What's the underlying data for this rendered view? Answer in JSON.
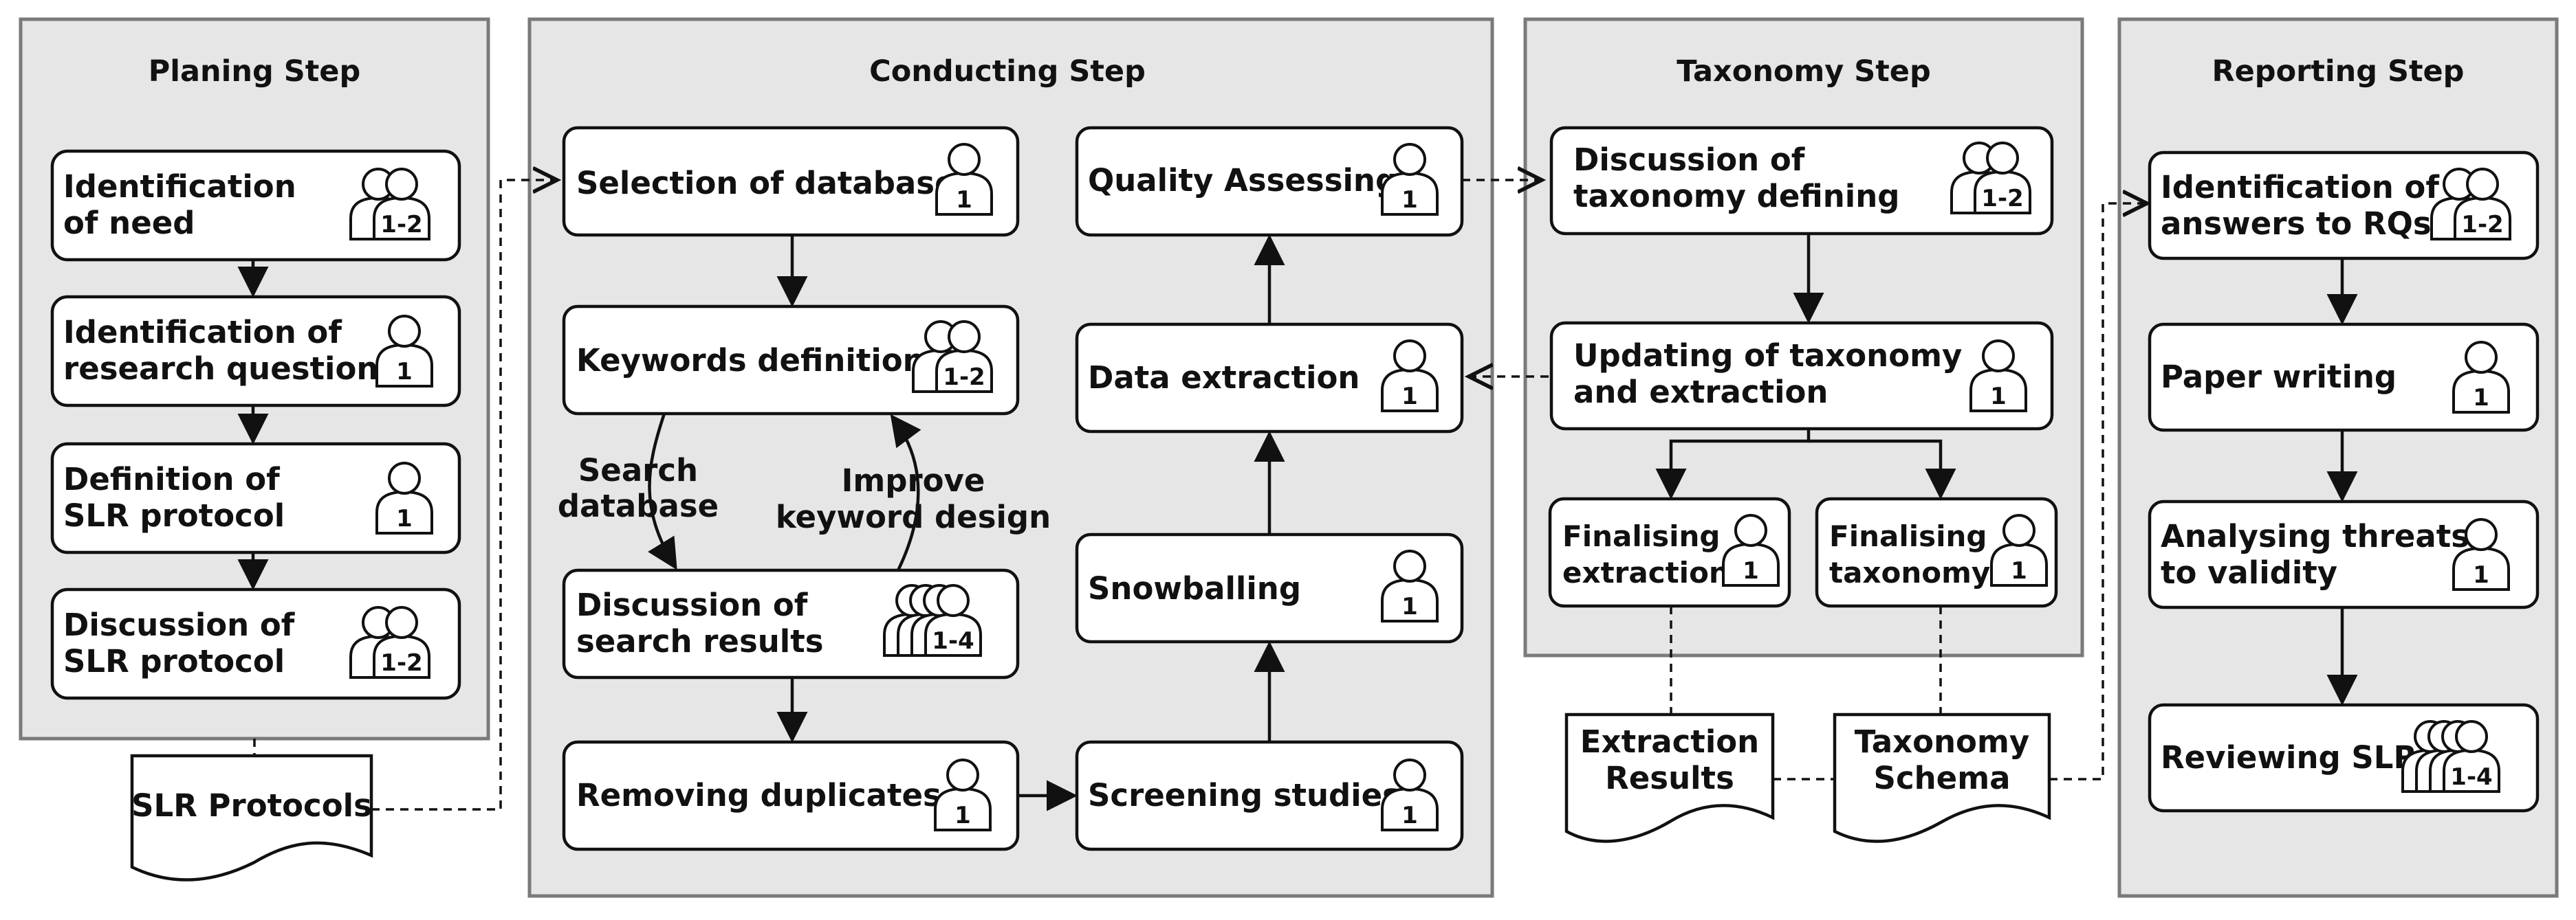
{
  "phases": {
    "planning": "Planing Step",
    "conducting": "Conducting Step",
    "taxonomy": "Taxonomy Step",
    "reporting": "Reporting Step"
  },
  "planning_steps": [
    {
      "line1": "Identification",
      "line2": "of need",
      "people": "1-2"
    },
    {
      "line1": "Identification of",
      "line2": "research questions",
      "people": "1"
    },
    {
      "line1": "Definition of",
      "line2": "SLR protocol",
      "people": "1"
    },
    {
      "line1": "Discussion of",
      "line2": "SLR protocol",
      "people": "1-2"
    }
  ],
  "conducting_steps": {
    "selection": {
      "label": "Selection of database",
      "people": "1"
    },
    "keywords": {
      "label": "Keywords definition",
      "people": "1-2"
    },
    "discussion": {
      "line1": "Discussion of",
      "line2": "search results",
      "people": "1-4"
    },
    "removing": {
      "label": "Removing duplicates",
      "people": "1"
    },
    "screening": {
      "label": "Screening studies",
      "people": "1"
    },
    "snowballing": {
      "label": "Snowballing",
      "people": "1"
    },
    "extraction": {
      "label": "Data extraction",
      "people": "1"
    },
    "quality": {
      "label": "Quality Assessing",
      "people": "1"
    }
  },
  "loop_labels": {
    "search_line1": "Search",
    "search_line2": "database",
    "improve_line1": "Improve",
    "improve_line2": "keyword design"
  },
  "taxonomy_steps": {
    "discussion": {
      "line1": "Discussion of",
      "line2": "taxonomy defining",
      "people": "1-2"
    },
    "updating": {
      "line1": "Updating of taxonomy",
      "line2": "and extraction",
      "people": "1"
    },
    "final_extraction": {
      "line1": "Finalising",
      "line2": "extraction",
      "people": "1"
    },
    "final_taxonomy": {
      "line1": "Finalising",
      "line2": "taxonomy",
      "people": "1"
    }
  },
  "reporting_steps": [
    {
      "line1": "Identification of",
      "line2": "answers to RQs",
      "people": "1-2"
    },
    {
      "line1": "Paper writing",
      "line2": "",
      "people": "1"
    },
    {
      "line1": "Analysing threats",
      "line2": "to validity",
      "people": "1"
    },
    {
      "line1": "Reviewing SLR",
      "line2": "",
      "people": "1-4"
    }
  ],
  "documents": {
    "protocols": {
      "line1": "SLR Protocols",
      "line2": ""
    },
    "extraction_results": {
      "line1": "Extraction",
      "line2": "Results"
    },
    "taxonomy_schema": {
      "line1": "Taxonomy",
      "line2": "Schema"
    }
  }
}
